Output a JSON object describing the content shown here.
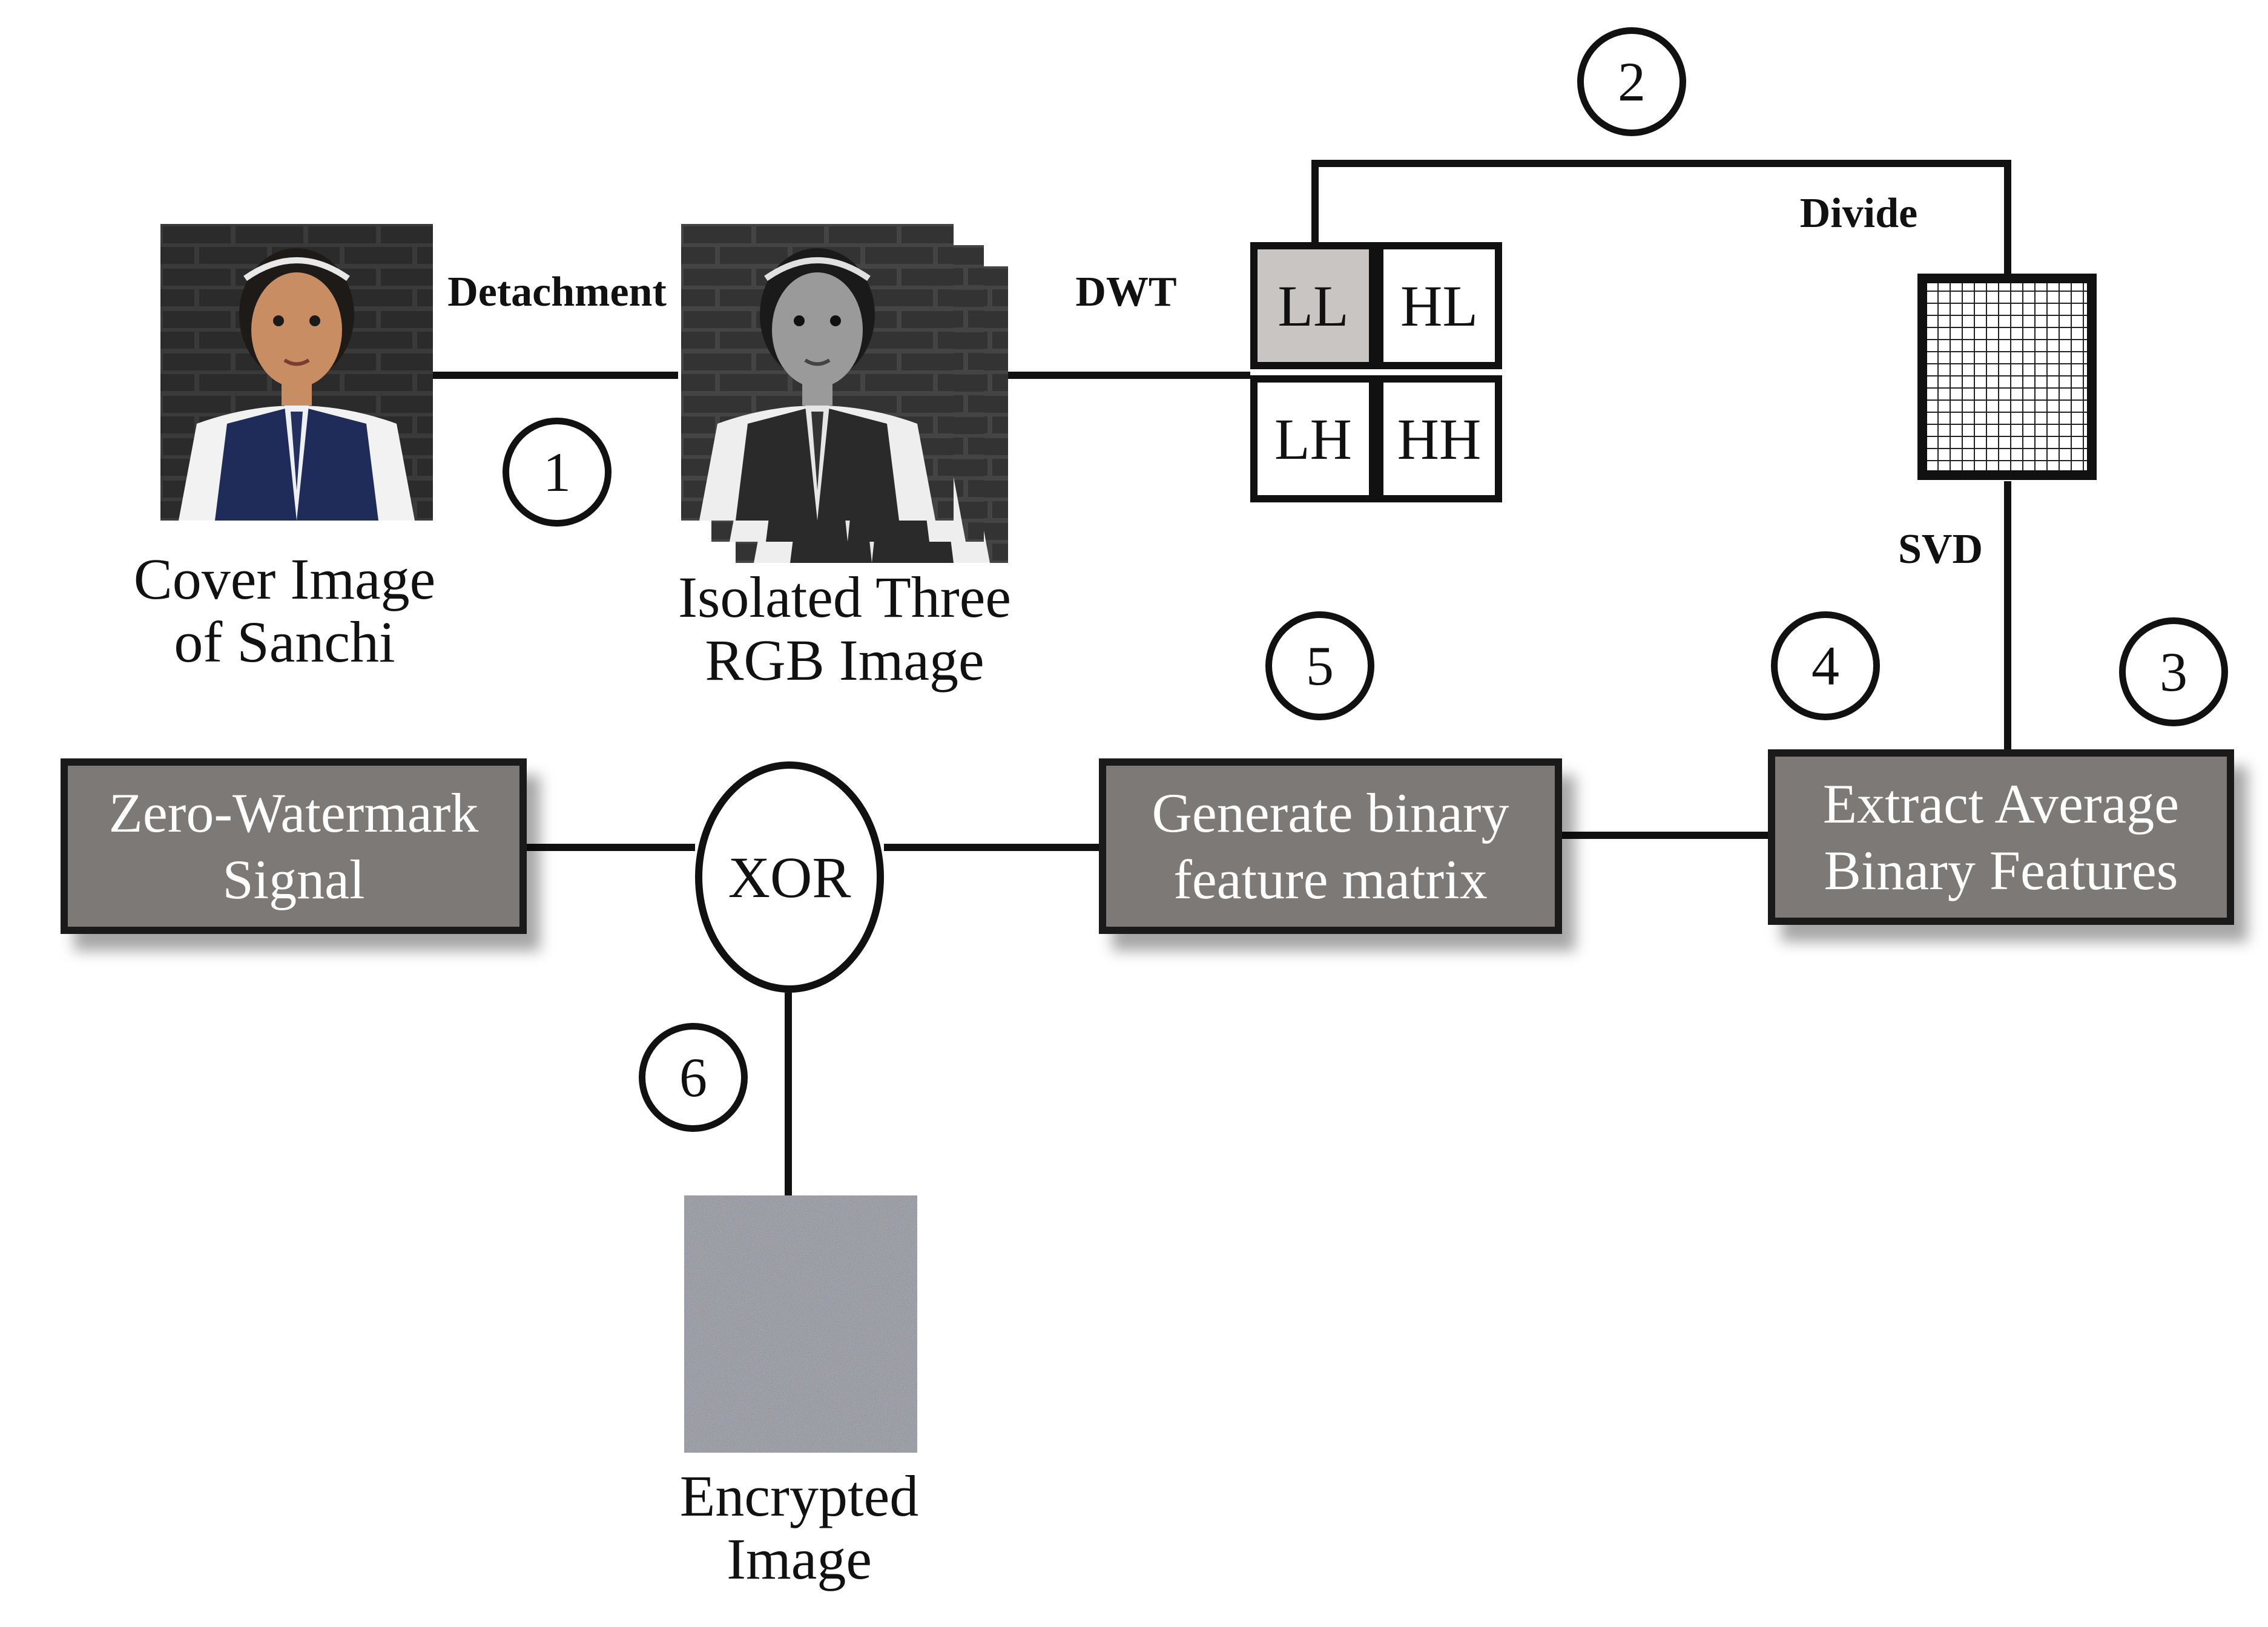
{
  "cover_image": {
    "label_line1": "Cover Image",
    "label_line2": "of Sanchi"
  },
  "rgb_image": {
    "label_line1": "Isolated Three",
    "label_line2": "RGB Image"
  },
  "edges": {
    "detachment": "Detachment",
    "dwt": "DWT",
    "divide": "Divide",
    "svd": "SVD"
  },
  "subbands": {
    "ll": "LL",
    "hl": "HL",
    "lh": "LH",
    "hh": "HH"
  },
  "steps": [
    "1",
    "2",
    "3",
    "4",
    "5",
    "6"
  ],
  "boxes": {
    "extract": {
      "line1": "Extract Average",
      "line2": "Binary Features"
    },
    "generate": {
      "line1": "Generate binary",
      "line2": "feature matrix"
    },
    "zero_watermark": {
      "line1": "Zero-Watermark",
      "line2": "Signal"
    }
  },
  "xor": "XOR",
  "encrypted": {
    "label_line1": "Encrypted",
    "label_line2": "Image"
  }
}
